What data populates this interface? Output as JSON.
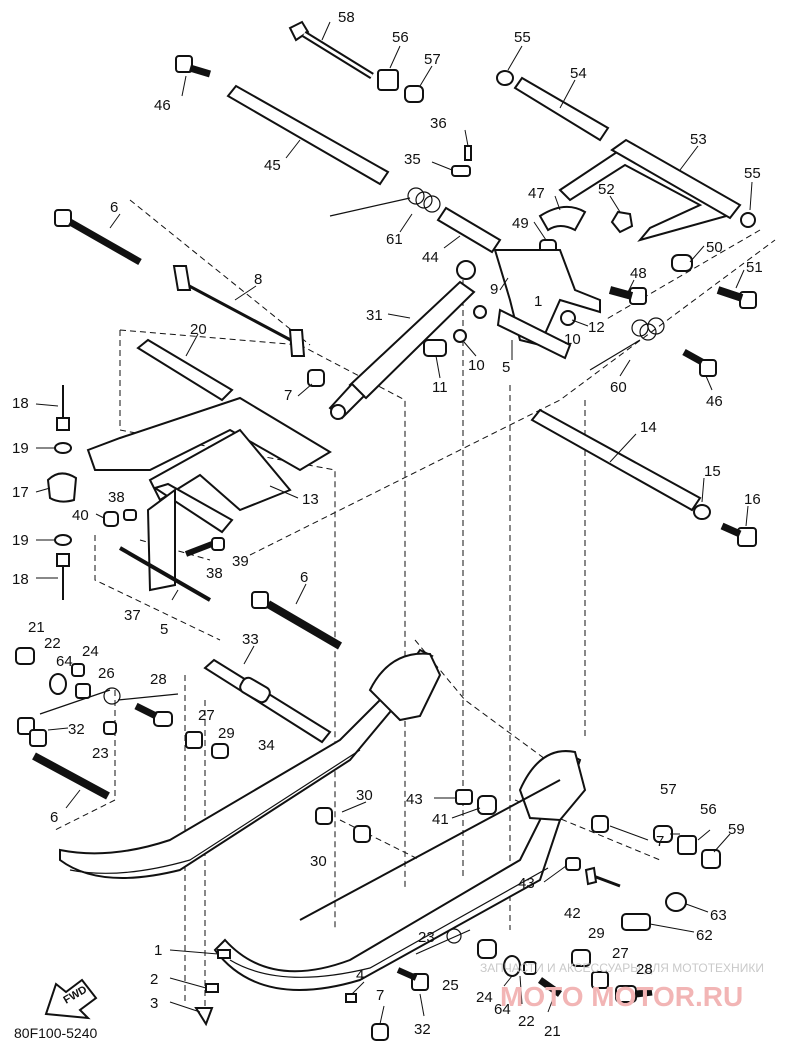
{
  "diagram_code": "80F100-5240",
  "fwd_label": "FWD",
  "watermark": {
    "line1": "ЗАПЧАСТИ И АКСЕССУАРЫ ДЛЯ МОТОТЕХНИКИ",
    "line2": "MOTO MOTOR.RU"
  },
  "labels": {
    "l58": "58",
    "l56a": "56",
    "l57a": "57",
    "l55a": "55",
    "l54": "54",
    "l46a": "46",
    "l45": "45",
    "l36": "36",
    "l35": "35",
    "l53": "53",
    "l55b": "55",
    "l52": "52",
    "l47": "47",
    "l49": "49",
    "l61": "61",
    "l44": "44",
    "l50": "50",
    "l6a": "6",
    "l8": "8",
    "l51": "51",
    "l48": "48",
    "l9": "9",
    "l31": "31",
    "l12": "12",
    "l1a": "1",
    "l10a": "10",
    "l20": "20",
    "l11": "11",
    "l10b": "10",
    "l5a": "5",
    "l60": "60",
    "l7a": "7",
    "l46b": "46",
    "l18a": "18",
    "l14": "14",
    "l19a": "19",
    "l17": "17",
    "l13": "13",
    "l38a": "38",
    "l15": "15",
    "l16": "16",
    "l40": "40",
    "l39": "39",
    "l19b": "19",
    "l38b": "38",
    "l18b": "18",
    "l6b": "6",
    "l37": "37",
    "l5b": "5",
    "l21a": "21",
    "l22a": "22",
    "l64a": "64",
    "l24a": "24",
    "l26": "26",
    "l33": "33",
    "l28a": "28",
    "l27a": "27",
    "l29a": "29",
    "l32a": "32",
    "l23a": "23",
    "l34": "34",
    "l43a": "43",
    "l30a": "30",
    "l6c": "6",
    "l41": "41",
    "l30b": "30",
    "l57b": "57",
    "l56b": "56",
    "l7b": "7",
    "l59": "59",
    "l43b": "43",
    "l42": "42",
    "l63": "63",
    "l1b": "1",
    "l62": "62",
    "l23b": "23",
    "l29b": "29",
    "l27b": "27",
    "l28b": "28",
    "l4": "4",
    "l2": "2",
    "l25": "25",
    "l24b": "24",
    "l7c": "7",
    "l3": "3",
    "l64b": "64",
    "l22b": "22",
    "l21b": "21",
    "l32b": "32"
  }
}
